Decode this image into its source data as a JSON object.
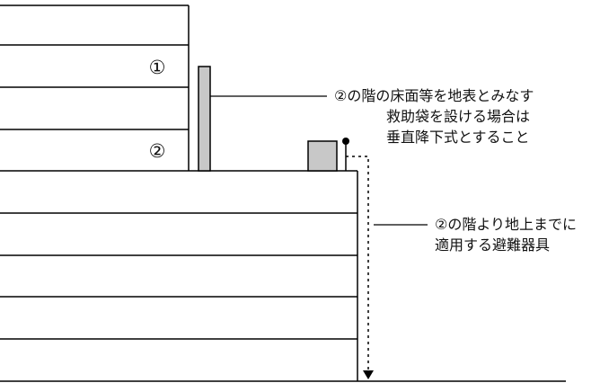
{
  "floor_labels": {
    "floor_1": "①",
    "floor_2": "②"
  },
  "annotations": {
    "chute": {
      "lines": [
        "②の階の床面等を地表とみなす",
        "救助袋を設ける場合は",
        "垂直降下式とすること"
      ]
    },
    "device": {
      "lines": [
        "②の階より地上までに",
        "適用する避難器具"
      ]
    }
  },
  "colors": {
    "line": "#000000",
    "device_fill": "#c8c8c8",
    "background": "#ffffff"
  }
}
